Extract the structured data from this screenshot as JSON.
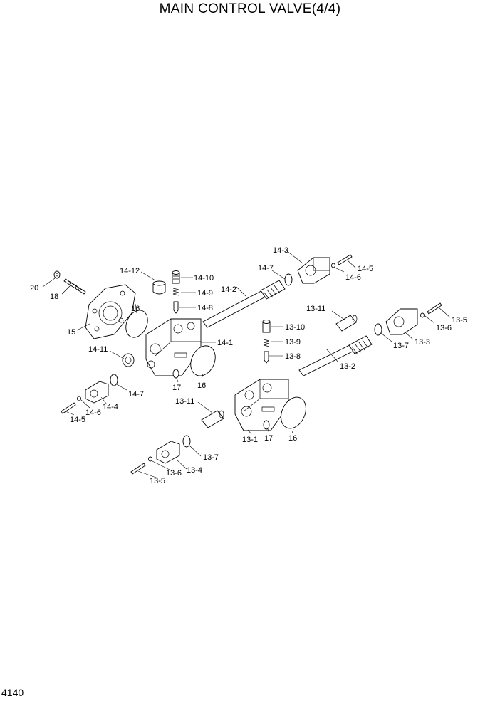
{
  "title": "MAIN CONTROL VALVE(4/4)",
  "page_number": "4140",
  "callouts": {
    "c20": "20",
    "c18": "18",
    "c15": "15",
    "c16a": "16",
    "c14_12": "14-12",
    "c14_10": "14-10",
    "c14_9": "14-9",
    "c14_8": "14-8",
    "c14_2": "14-2",
    "c14_7a": "14-7",
    "c14_3": "14-3",
    "c14_5a": "14-5",
    "c14_6a": "14-6",
    "c14_1": "14-1",
    "c14_11": "14-11",
    "c17a": "17",
    "c16b": "16",
    "c14_7b": "14-7",
    "c14_4": "14-4",
    "c14_6b": "14-6",
    "c14_5b": "14-5",
    "c13_11a": "13-11",
    "c13_10": "13-10",
    "c13_9": "13-9",
    "c13_8": "13-8",
    "c13_2": "13-2",
    "c13_7a": "13-7",
    "c13_3": "13-3",
    "c13_5a": "13-5",
    "c13_6a": "13-6",
    "c13_11b": "13-11",
    "c13_1": "13-1",
    "c17b": "17",
    "c16c": "16",
    "c13_7b": "13-7",
    "c13_4": "13-4",
    "c13_6b": "13-6",
    "c13_5b": "13-5"
  }
}
